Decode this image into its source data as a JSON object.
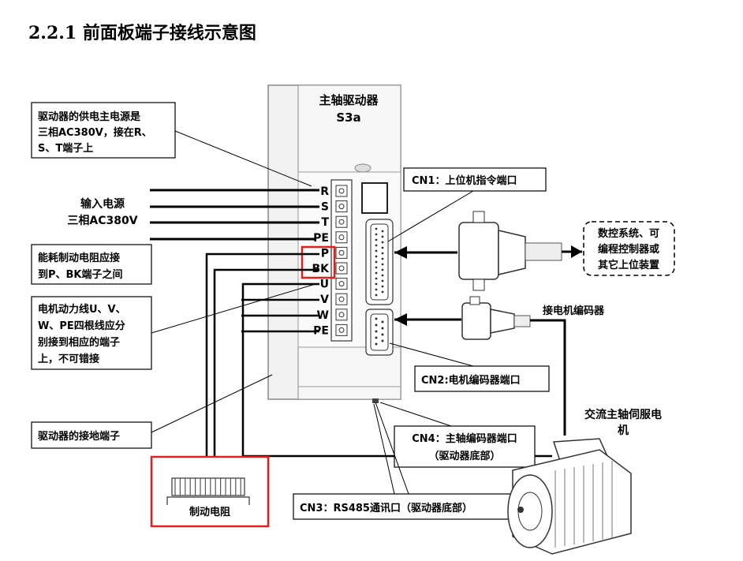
{
  "title": "2.2.1  前面板端子接线示意图",
  "driver": {
    "name": "主轴驱动器",
    "model": "S3a"
  },
  "terminals": [
    "R",
    "S",
    "T",
    "PE",
    "P",
    "BK",
    "U",
    "V",
    "W",
    "PE"
  ],
  "callouts": {
    "power_supply": [
      "驱动器的供电主电源是",
      "三相AC380V，接在R、",
      "S、T端子上"
    ],
    "input_power": [
      "输入电源",
      "三相AC380V"
    ],
    "brake_resistor_note": [
      "能耗制动电阻应接",
      "到P、BK端子之间"
    ],
    "motor_lines": [
      "电机动力线U、V、",
      "W、PE四根线应分",
      "别接到相应的端子",
      "上，不可错接"
    ],
    "ground": "驱动器的接地端子",
    "brake_resistor": "制动电阻",
    "cn1": "CN1：上位机指令端口",
    "cn2": "CN2:电机编码器端口",
    "cn3": "CN3：RS485通讯口（驱动器底部）",
    "cn4": [
      "CN4：主轴编码器端口",
      "（驱动器底部）"
    ],
    "host": [
      "数控系统、可",
      "编程控制器或",
      "其它上位装置"
    ],
    "encoder": "接电机编码器",
    "motor": [
      "交流主轴伺服电",
      "机"
    ]
  },
  "colors": {
    "highlight": "#e02020",
    "line": "#000000",
    "panel": "#f2f2f2",
    "panel_edge": "#888888"
  }
}
